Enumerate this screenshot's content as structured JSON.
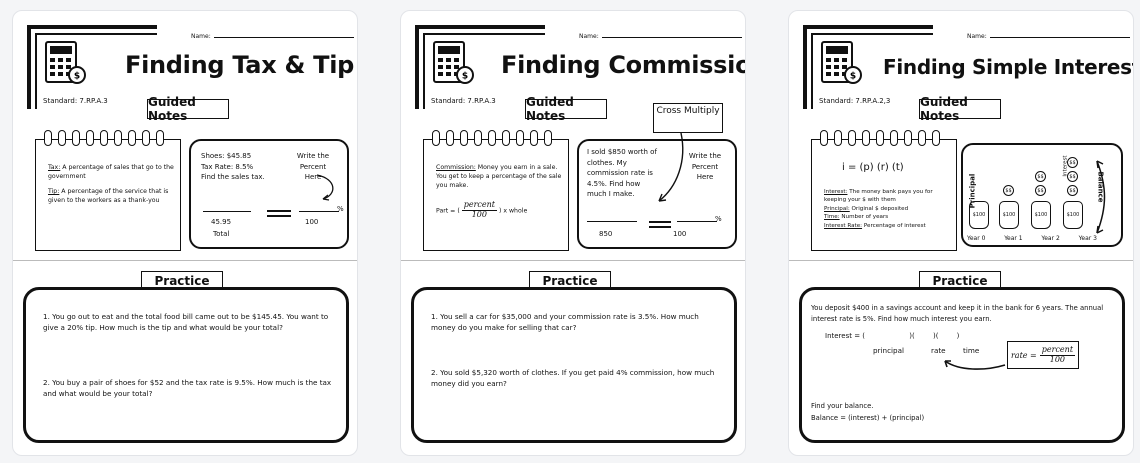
{
  "cards": [
    {
      "name_label": "Name:",
      "title": "Finding Tax & Tip",
      "standard": "Standard: 7.RP.A.3",
      "guided_label": "Guided Notes",
      "notes": {
        "term1": "Tax:",
        "def1": " A percentage of sales that go to the government",
        "term2": "Tip:",
        "def2": " A percentage of the service that is given to the workers as a thank-you"
      },
      "example": {
        "line1": "Shoes: $45.85",
        "line2": "Tax Rate: 8.5%",
        "line3": "Find the sales tax.",
        "hint": "Write the Percent Here",
        "blank_left": "45.95",
        "blank_left_sub": "Total",
        "pct": "%",
        "right": "100"
      },
      "practice_label": "Practice",
      "questions": [
        "1. You go out to eat and the total food bill came out to be $145.45. You want to give a 20% tip. How much is the tip and what would be your total?",
        "2. You buy a pair of shoes for $52 and the tax rate is 9.5%. How much is the tax and what would be your total?"
      ]
    },
    {
      "name_label": "Name:",
      "title": "Finding Commission",
      "standard": "Standard: 7.RP.A.3",
      "guided_label": "Guided Notes",
      "cross_multiply": "Cross Multiply",
      "notes": {
        "term1": "Commission:",
        "def1": " Money you earn in a sale. You get to keep a percentage of the sale you make.",
        "formula_left": "Part = (",
        "formula_num": "percent",
        "formula_den": "100",
        "formula_right": ") x whole"
      },
      "example": {
        "text": "I sold $850 worth of clothes. My commission rate is 4.5%. Find how much I make.",
        "hint": "Write the Percent Here",
        "blank_left": "850",
        "pct": "%",
        "right": "100"
      },
      "practice_label": "Practice",
      "questions": [
        "1. You sell a car for $35,000 and your commission rate is 3.5%. How much money do you make for selling that car?",
        "2. You sold $5,320 worth of clothes. If you get paid 4% commission, how much money did you earn?"
      ]
    },
    {
      "name_label": "Name:",
      "title": "Finding Simple Interest",
      "standard": "Standard: 7.RP.A.2,3",
      "guided_label": "Guided Notes",
      "notes": {
        "formula": "i = (p) (r) (t)",
        "term1": "Interest:",
        "def1": " The money bank pays you for keeping your $ with them",
        "term2": "Principal:",
        "def2": " Original $ deposited",
        "term3": "Time:",
        "def3": " Number of years",
        "term4": "Interest Rate:",
        "def4": " Percentage of interest"
      },
      "diagram": {
        "principal": "Principal",
        "interest": "Interest",
        "balance": "Balance",
        "jar_value": "$100",
        "coin": "$$",
        "years": [
          "Year 0",
          "Year 1",
          "Year 2",
          "Year 3"
        ]
      },
      "practice_label": "Practice",
      "question": "You deposit $400 in a savings account and keep it in the bank for 6 years. The annual interest rate is 5%. Find how much interest you earn.",
      "interest_eq": "Interest = (",
      "paren_mid": ")(",
      "paren_end": ")",
      "lbl_principal": "principal",
      "lbl_rate": "rate",
      "lbl_time": "time",
      "rate_left": "rate =",
      "rate_num": "percent",
      "rate_den": "100",
      "find_balance": "Find your balance.",
      "balance_eq": "Balance = (interest) + (principal)"
    }
  ]
}
